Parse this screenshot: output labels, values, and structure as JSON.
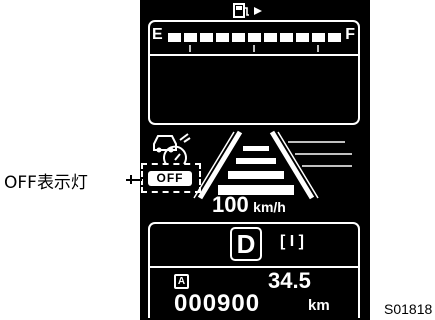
{
  "callout": {
    "label": "OFF表示灯"
  },
  "fuel_gauge": {
    "empty_label": "E",
    "full_label": "F",
    "icon": "fuel-pump-icon",
    "segments": 11
  },
  "indicator": {
    "off_label": "OFF",
    "icon": "vehicle-distance-icon"
  },
  "speed": {
    "value": "100",
    "unit": "km/h"
  },
  "gear": {
    "position": "D",
    "sub": "[ I ]"
  },
  "trip": {
    "mode": "A",
    "value": "34.5"
  },
  "odometer": {
    "value": "000900",
    "unit": "km"
  },
  "figure_code": "S01818",
  "colors": {
    "background": "#000000",
    "foreground": "#ffffff",
    "page": "#ffffff"
  }
}
